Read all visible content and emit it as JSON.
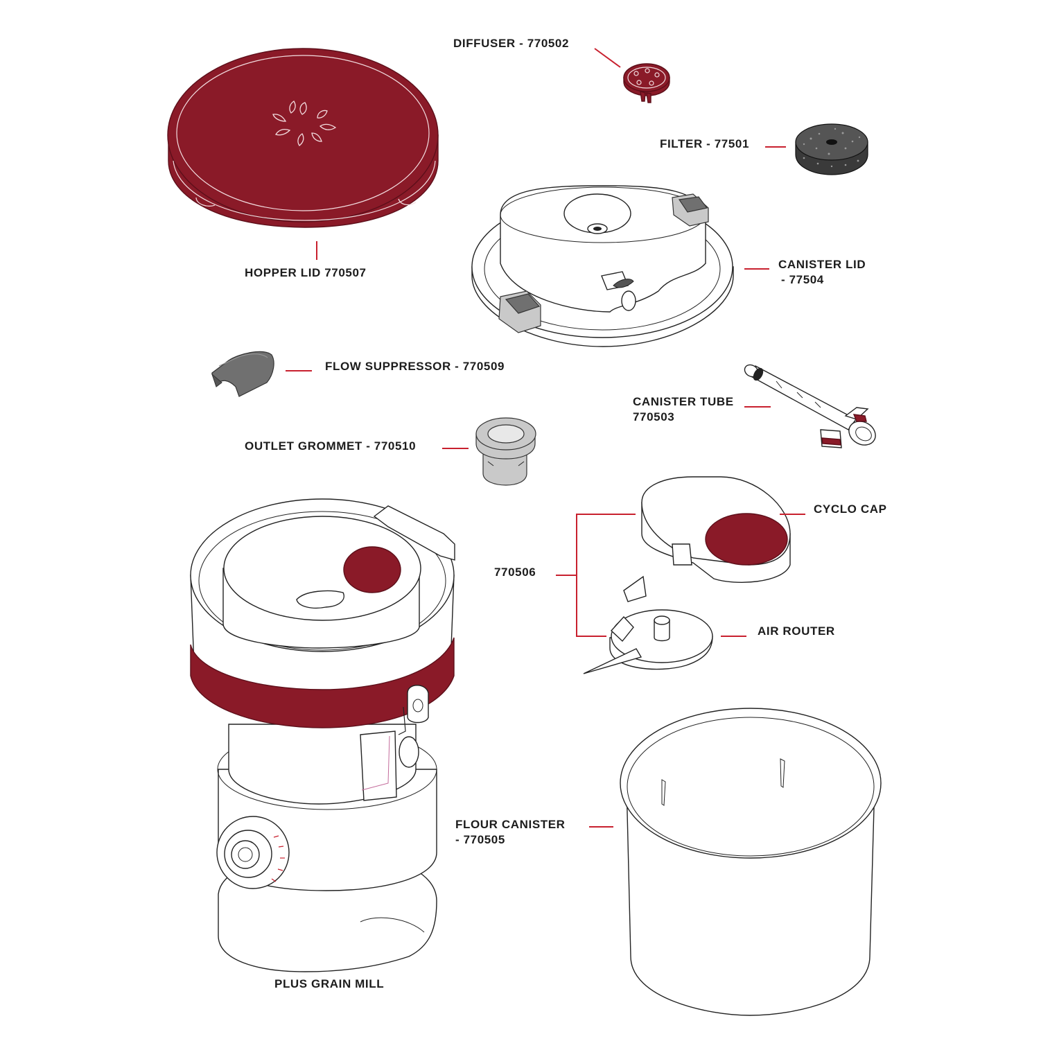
{
  "colors": {
    "accent_red": "#8a1a28",
    "leader_line": "#c8202e",
    "outline": "#222222",
    "part_gray": "#707070",
    "light_gray": "#c9c9c9"
  },
  "labels": {
    "diffuser": "DIFFUSER - 770502",
    "filter": "FILTER - 77501",
    "hopper_lid": "HOPPER LID 770507",
    "canister_lid_1": "CANISTER LID",
    "canister_lid_2": "- 77504",
    "flow_suppressor": "FLOW SUPPRESSOR  - 770509",
    "canister_tube_1": "CANISTER TUBE",
    "canister_tube_2": "770503",
    "outlet_grommet": "OUTLET GROMMET  - 770510",
    "cyclo_cap": "CYCLO CAP",
    "group_770506": "770506",
    "air_router": "AIR ROUTER",
    "flour_canister_1": "FLOUR CANISTER",
    "flour_canister_2": "- 770505",
    "plus_grain_mill": "PLUS GRAIN MILL"
  }
}
